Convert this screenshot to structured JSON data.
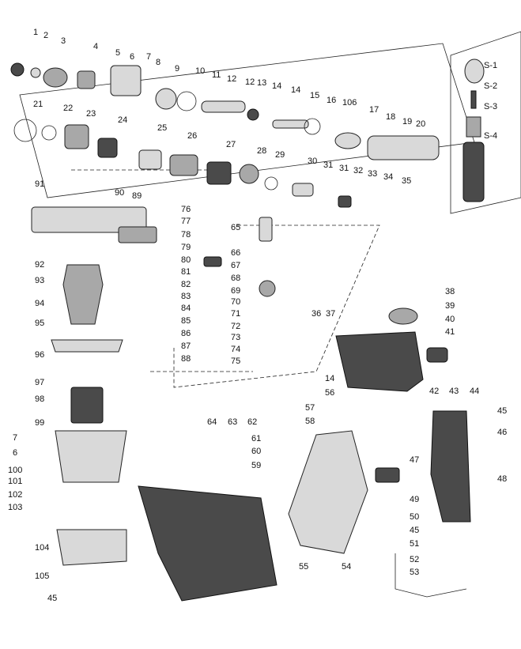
{
  "labels": [
    "1",
    "2",
    "3",
    "4",
    "5",
    "6",
    "7",
    "8",
    "9",
    "10",
    "11",
    "12",
    "12",
    "13",
    "14",
    "14",
    "15",
    "16",
    "106",
    "17",
    "18",
    "19",
    "20",
    "21",
    "22",
    "23",
    "24",
    "25",
    "26",
    "27",
    "28",
    "29",
    "30",
    "31",
    "31",
    "32",
    "33",
    "34",
    "35",
    "91",
    "90",
    "89",
    "76",
    "77",
    "78",
    "79",
    "80",
    "81",
    "82",
    "83",
    "84",
    "85",
    "86",
    "87",
    "88",
    "65",
    "66",
    "67",
    "68",
    "69",
    "70",
    "71",
    "72",
    "73",
    "74",
    "75",
    "92",
    "93",
    "94",
    "95",
    "96",
    "97",
    "98",
    "99",
    "7",
    "6",
    "100",
    "101",
    "102",
    "103",
    "104",
    "105",
    "45",
    "38",
    "39",
    "40",
    "41",
    "42",
    "43",
    "44",
    "36",
    "37",
    "14",
    "56",
    "57",
    "58",
    "64",
    "63",
    "62",
    "61",
    "60",
    "59",
    "45",
    "46",
    "47",
    "48",
    "49",
    "50",
    "45",
    "51",
    "52",
    "53",
    "54",
    "55"
  ],
  "accessory_labels": [
    "S-1",
    "S-2",
    "S-3",
    "S-4"
  ]
}
